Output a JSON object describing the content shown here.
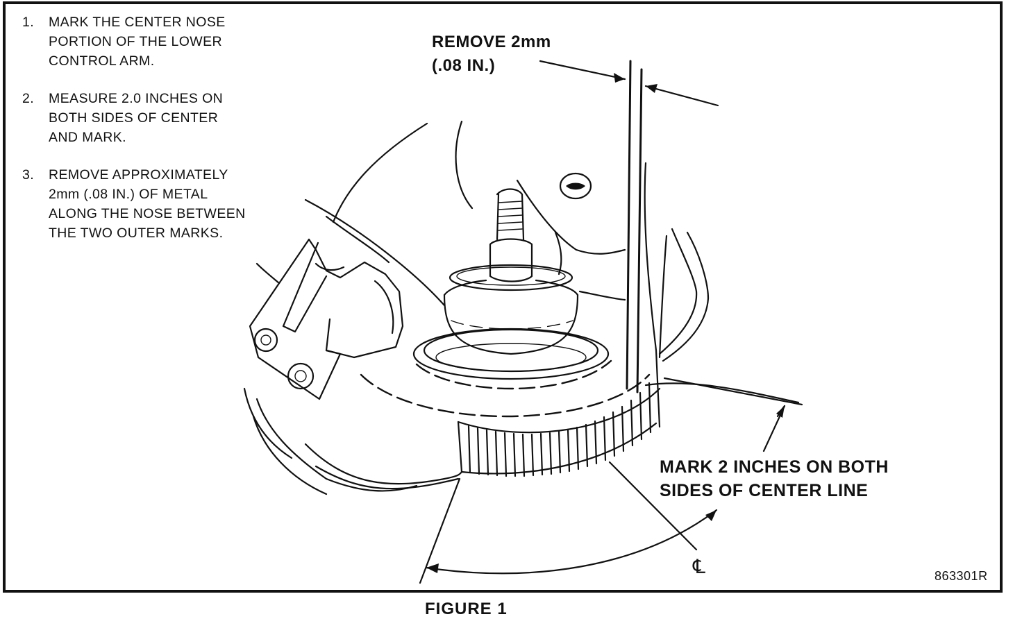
{
  "instructions": [
    {
      "number": "1.",
      "lines": [
        "MARK THE CENTER NOSE",
        "PORTION OF THE LOWER",
        "CONTROL ARM."
      ]
    },
    {
      "number": "2.",
      "lines": [
        "MEASURE 2.0 INCHES ON",
        "BOTH SIDES OF CENTER",
        "AND MARK."
      ]
    },
    {
      "number": "3.",
      "lines": [
        "REMOVE APPROXIMATELY",
        "2mm (.08 IN.) OF METAL",
        "ALONG THE NOSE BETWEEN",
        "THE TWO OUTER MARKS."
      ]
    }
  ],
  "callouts": {
    "remove_line1": "REMOVE 2mm",
    "remove_line2": "(.08 IN.)",
    "mark_line1": "MARK 2 INCHES ON BOTH",
    "mark_line2": "SIDES OF CENTER LINE",
    "centerline_symbol": "℄"
  },
  "figure_code": "863301R",
  "caption": "FIGURE 1",
  "colors": {
    "ink": "#111111",
    "background": "#ffffff"
  }
}
